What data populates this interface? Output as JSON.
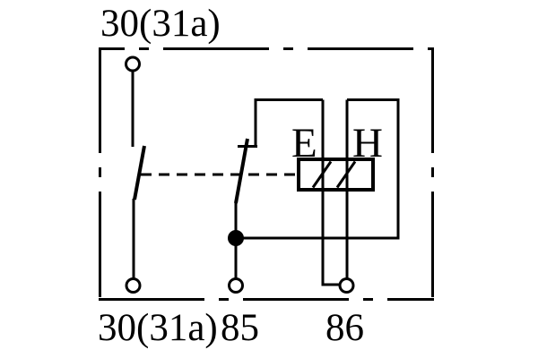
{
  "diagram": {
    "type": "relay-circuit-schematic",
    "labels": {
      "terminal_30_top": "30(31a)",
      "terminal_30_bottom": "30(31a)",
      "terminal_85": "85",
      "terminal_86": "86",
      "winding_e": "E",
      "winding_h": "H"
    },
    "colors": {
      "line": "#000000",
      "background": "#ffffff"
    }
  }
}
